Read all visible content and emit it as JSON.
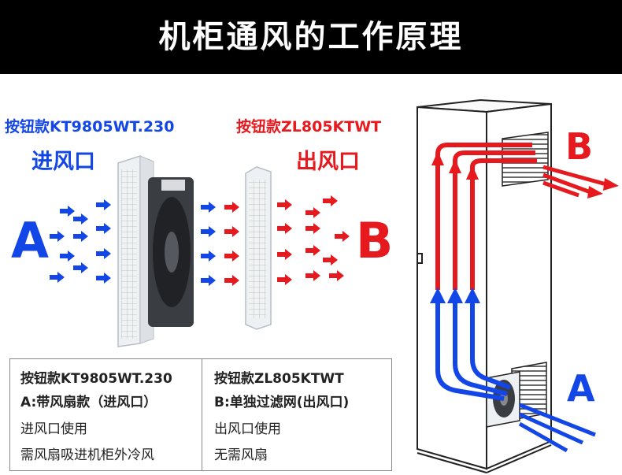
{
  "banner": {
    "title": "机柜通风的工作原理"
  },
  "left": {
    "intake_model": "按钮款KT9805WT.230",
    "intake_label": "进风口",
    "outlet_model": "按钮款ZL805KTWT",
    "outlet_label": "出风口",
    "flow_in": "A",
    "flow_out": "B"
  },
  "cabinet": {
    "label_top": "B",
    "label_bottom": "A"
  },
  "table": {
    "left": {
      "model": "按钮款KT9805WT.230",
      "type": "A:带风扇款（进风口）",
      "usage": "进风口使用",
      "note": "需风扇吸进机柜外冷风"
    },
    "right": {
      "model": "按钮款ZL805KTWT",
      "type": "B:单独过滤网(出风口)",
      "usage": "出风口使用",
      "note": "无需风扇"
    }
  },
  "colors": {
    "blue": "#1346e6",
    "red": "#e6191e",
    "banner": "#000000"
  }
}
